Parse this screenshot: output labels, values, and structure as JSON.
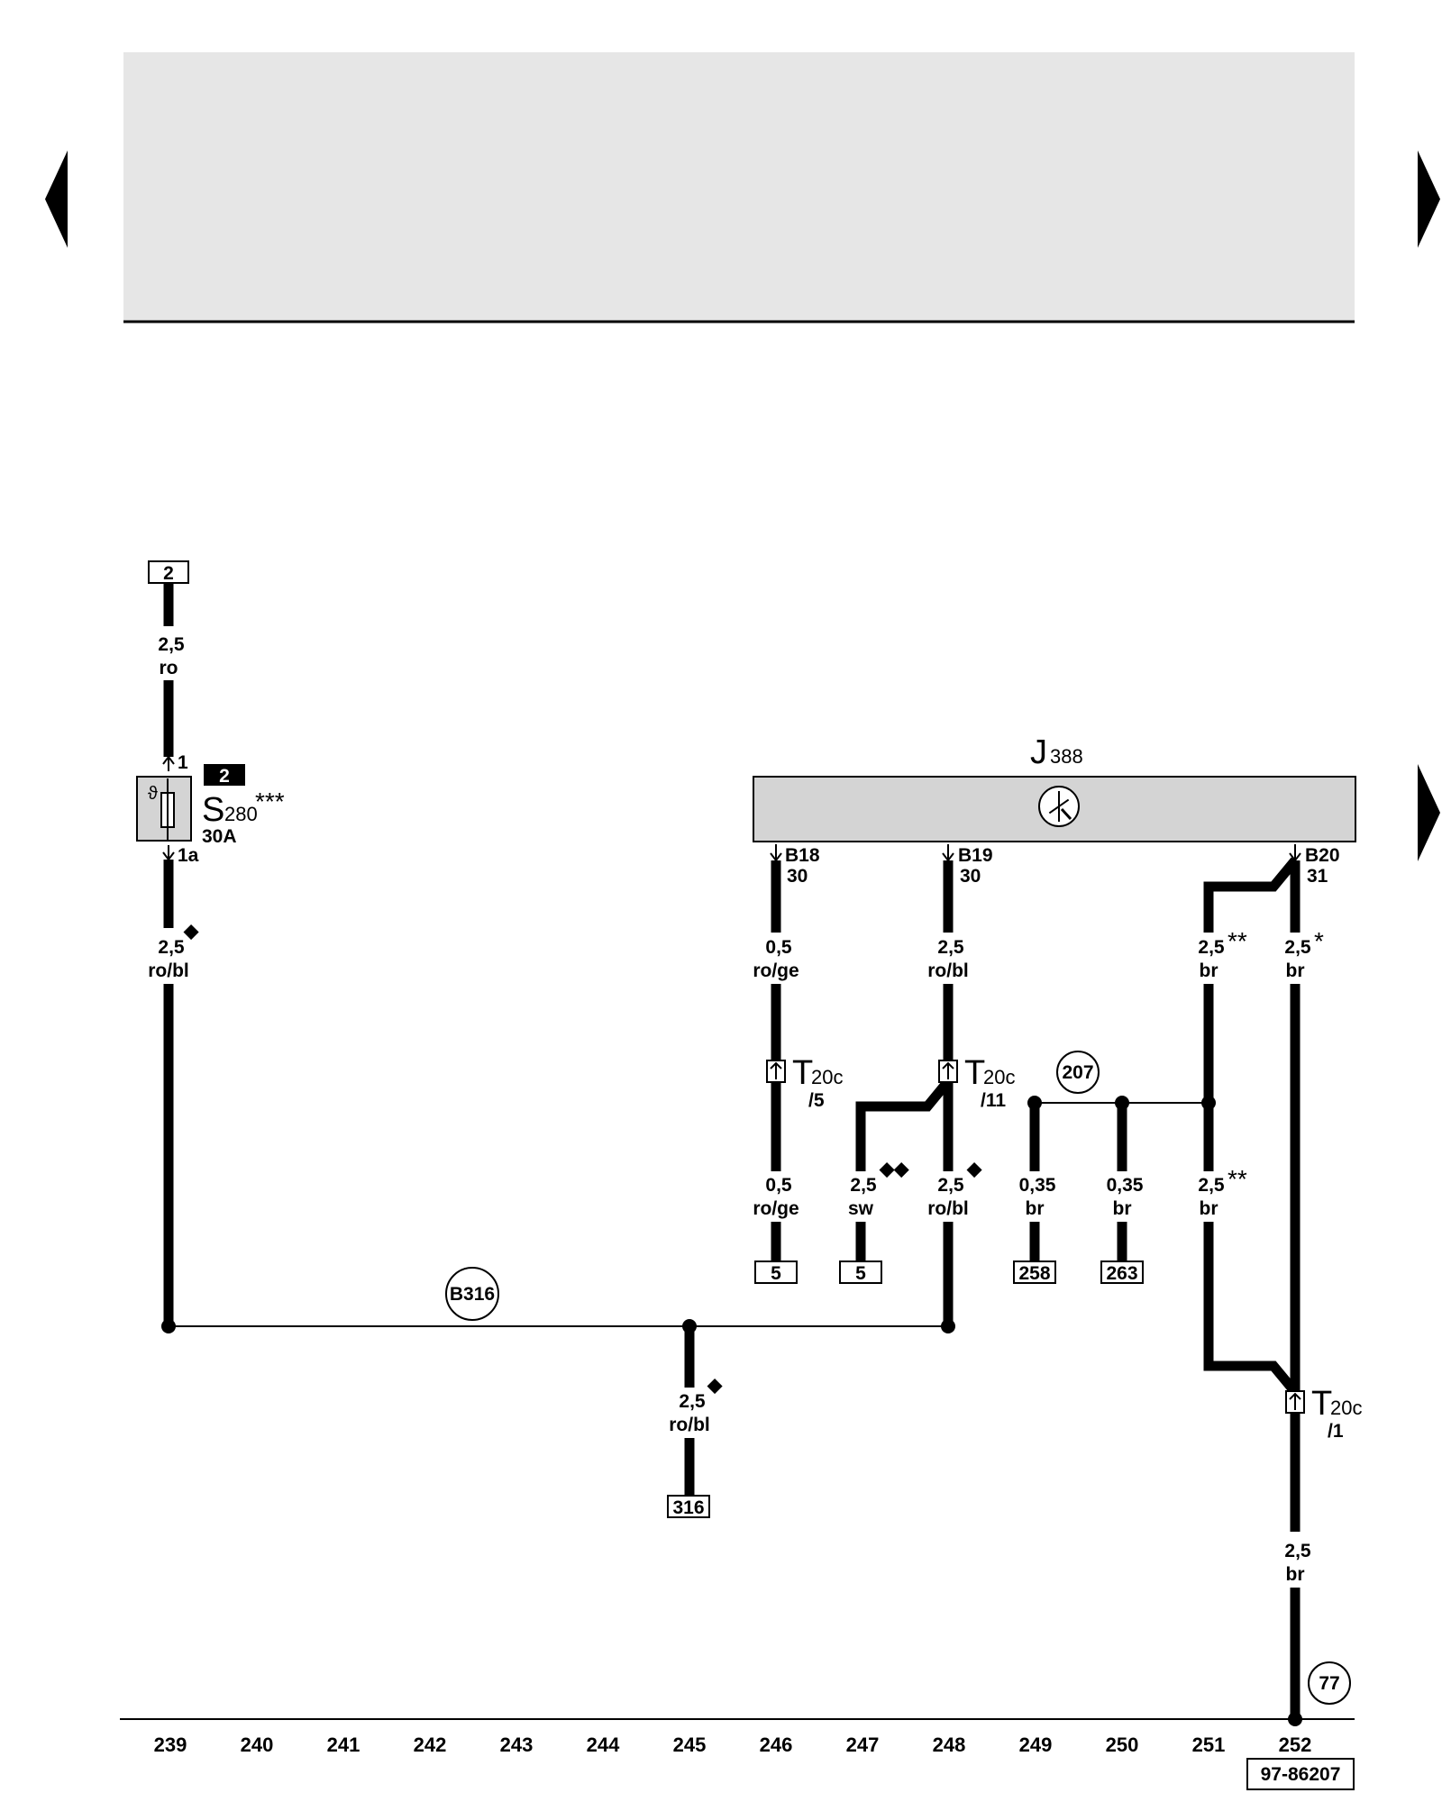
{
  "header": {
    "background": "#e6e6e6"
  },
  "navigation": {
    "prev_icon": "triangle-left-icon",
    "next_icon": "triangle-right-icon"
  },
  "fuse": {
    "badge": "2",
    "name": "S",
    "name_sub": "280",
    "stars": "***",
    "rating": "30A",
    "pin_in": "1",
    "pin_out": "1a",
    "icon": "thermal-symbol-icon"
  },
  "control_unit": {
    "name": "J",
    "name_sub": "388",
    "icon": "motor-symbol-icon",
    "pins": [
      {
        "id": "B18",
        "terminal": "30"
      },
      {
        "id": "B19",
        "terminal": "30"
      },
      {
        "id": "B20",
        "terminal": "31"
      }
    ]
  },
  "connectors": {
    "t20c_5": {
      "name": "T",
      "sub": "20c",
      "pin": "/5"
    },
    "t20c_11": {
      "name": "T",
      "sub": "20c",
      "pin": "/11"
    },
    "t20c_1": {
      "name": "T",
      "sub": "20c",
      "pin": "/1"
    }
  },
  "wires": {
    "w239_top": {
      "size": "2,5",
      "color": "ro"
    },
    "w239_bottom": {
      "size": "2,5",
      "color": "ro/bl",
      "mark": "◆"
    },
    "w246_top": {
      "size": "0,5",
      "color": "ro/ge"
    },
    "w246_bottom": {
      "size": "0,5",
      "color": "ro/ge"
    },
    "w247": {
      "size": "2,5",
      "color": "sw",
      "mark": "◆◆"
    },
    "w248_top": {
      "size": "2,5",
      "color": "ro/bl"
    },
    "w248_bottom": {
      "size": "2,5",
      "color": "ro/bl",
      "mark": "◆"
    },
    "w249": {
      "size": "0,35",
      "color": "br"
    },
    "w250": {
      "size": "0,35",
      "color": "br"
    },
    "w251_top": {
      "size": "2,5",
      "color": "br",
      "mark": "**"
    },
    "w251_bottom": {
      "size": "2,5",
      "color": "br",
      "mark": "**"
    },
    "w252_top": {
      "size": "2,5",
      "color": "br",
      "mark": "*"
    },
    "w252_bottom": {
      "size": "2,5",
      "color": "br"
    },
    "w245": {
      "size": "2,5",
      "color": "ro/bl",
      "mark": "◆"
    }
  },
  "references": {
    "top_2": "2",
    "ref_5a": "5",
    "ref_5b": "5",
    "ref_258": "258",
    "ref_263": "263",
    "ref_316": "316"
  },
  "splices": {
    "b316": "B316",
    "s207": "207",
    "ground_77": "77"
  },
  "scale": [
    "239",
    "240",
    "241",
    "242",
    "243",
    "244",
    "245",
    "246",
    "247",
    "248",
    "249",
    "250",
    "251",
    "252"
  ],
  "drawing_number": "97-86207"
}
